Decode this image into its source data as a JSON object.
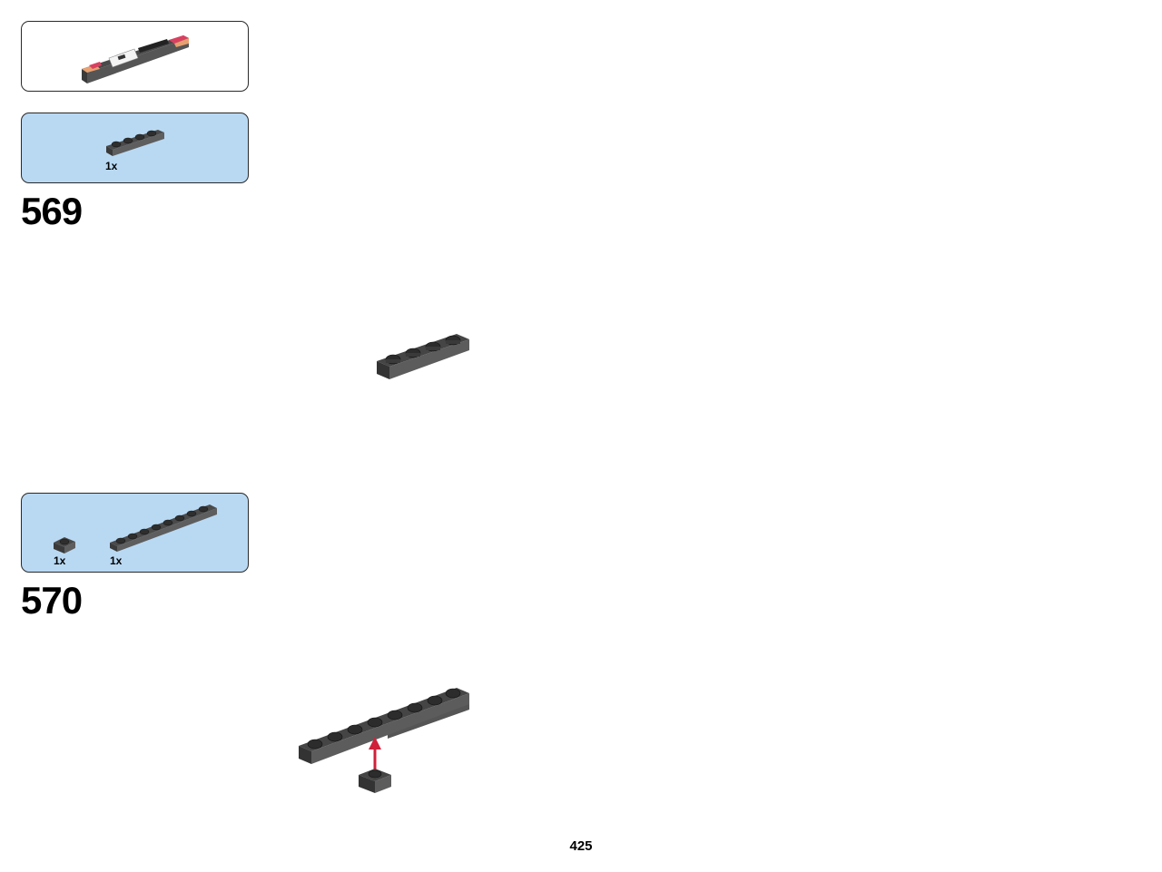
{
  "page": {
    "number": "425"
  },
  "subassembly_callout": {
    "image": "plate-with-tail-lights-subassembly"
  },
  "steps": [
    {
      "number": "569",
      "parts": [
        {
          "qty": "1x",
          "part": "plate-1x4-dark-gray"
        }
      ]
    },
    {
      "number": "570",
      "parts": [
        {
          "qty": "1x",
          "part": "plate-1x1-dark-gray"
        },
        {
          "qty": "1x",
          "part": "plate-1x8-dark-gray"
        }
      ],
      "arrow_color": "#d0213a"
    }
  ],
  "colors": {
    "parts_list_bg": "#b9d9f3",
    "plate": "#5a5a5a",
    "plate_dark": "#3a3a3a",
    "arrow": "#d0213a"
  }
}
